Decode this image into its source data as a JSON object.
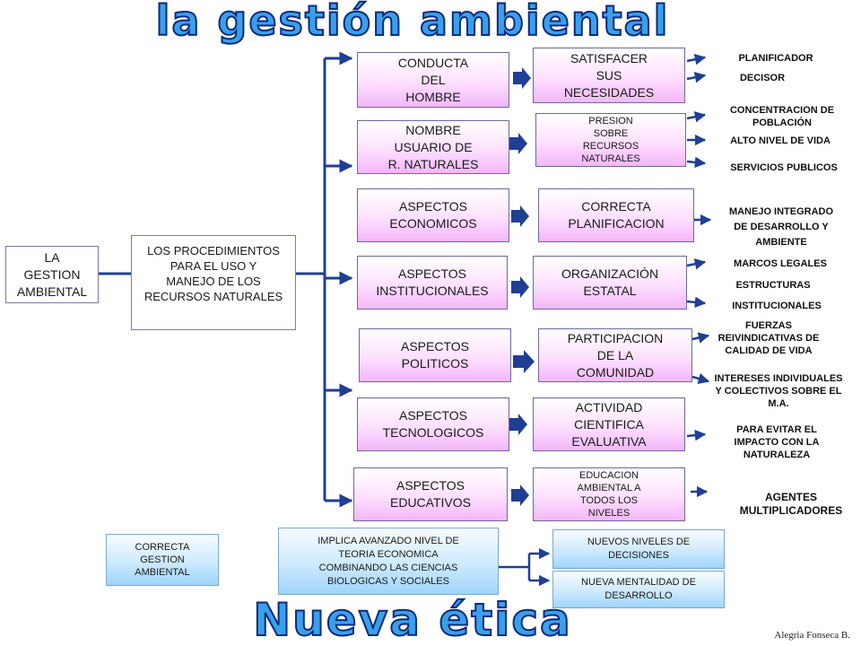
{
  "title": "la gestión ambiental",
  "bottom_title": "Nueva ética",
  "author": "Alegria Fonseca B.",
  "root": "LA\nGESTION\nAMBIENTAL",
  "procedures": "LOS PROCEDIMIENTOS\nPARA EL USO Y\nMANEJO DE LOS\nRECURSOS NATURALES",
  "rows": [
    {
      "aspect": "CONDUCTA\nDEL\nHOMBRE",
      "result": "SATISFACER\nSUS\nNECESIDADES",
      "notes": [
        "PLANIFICADOR",
        "DECISOR"
      ]
    },
    {
      "aspect": "NOMBRE\nUSUARIO DE\nR. NATURALES",
      "result": "PRESION\nSOBRE\nRECURSOS\nNATURALES",
      "notes": [
        "CONCENTRACION DE\nPOBLACIÓN",
        "ALTO NIVEL DE VIDA",
        "SERVICIOS PUBLICOS"
      ]
    },
    {
      "aspect": "ASPECTOS\nECONOMICOS",
      "result": "CORRECTA\nPLANIFICACION",
      "notes": [
        "MANEJO INTEGRADO\nDE DESARROLLO Y\nAMBIENTE"
      ]
    },
    {
      "aspect": "ASPECTOS\nINSTITUCIONALES",
      "result": "ORGANIZACIÓN\nESTATAL",
      "notes": [
        "MARCOS LEGALES",
        "ESTRUCTURAS",
        "INSTITUCIONALES"
      ]
    },
    {
      "aspect": "ASPECTOS\nPOLITICOS",
      "result": "PARTICIPACION\nDE LA\nCOMUNIDAD",
      "notes": [
        "FUERZAS\nREIVINDICATIVAS DE\nCALIDAD DE VIDA",
        "INTERESES INDIVIDUALES\nY COLECTIVOS SOBRE EL\nM.A."
      ]
    },
    {
      "aspect": "ASPECTOS\nTECNOLOGICOS",
      "result": "ACTIVIDAD\nCIENTIFICA\nEVALUATIVA",
      "notes": [
        "PARA EVITAR EL\nIMPACTO CON LA\nNATURALEZA"
      ]
    },
    {
      "aspect": "ASPECTOS\nEDUCATIVOS",
      "result": "EDUCACION\nAMBIENTAL A\nTODOS LOS\nNIVELES",
      "notes": [
        "AGENTES\nMULTIPLICADORES"
      ]
    }
  ],
  "bottom": {
    "correcta": "CORRECTA\nGESTION\nAMBIENTAL",
    "implica": "IMPLICA AVANZADO NIVEL DE\nTEORIA ECONOMICA\nCOMBINANDO LAS CIENCIAS\nBIOLOGICAS Y SOCIALES",
    "nuevos": "NUEVOS NIVELES DE\nDECISIONES",
    "mentalidad": "NUEVA MENTALIDAD DE\nDESARROLLO"
  }
}
